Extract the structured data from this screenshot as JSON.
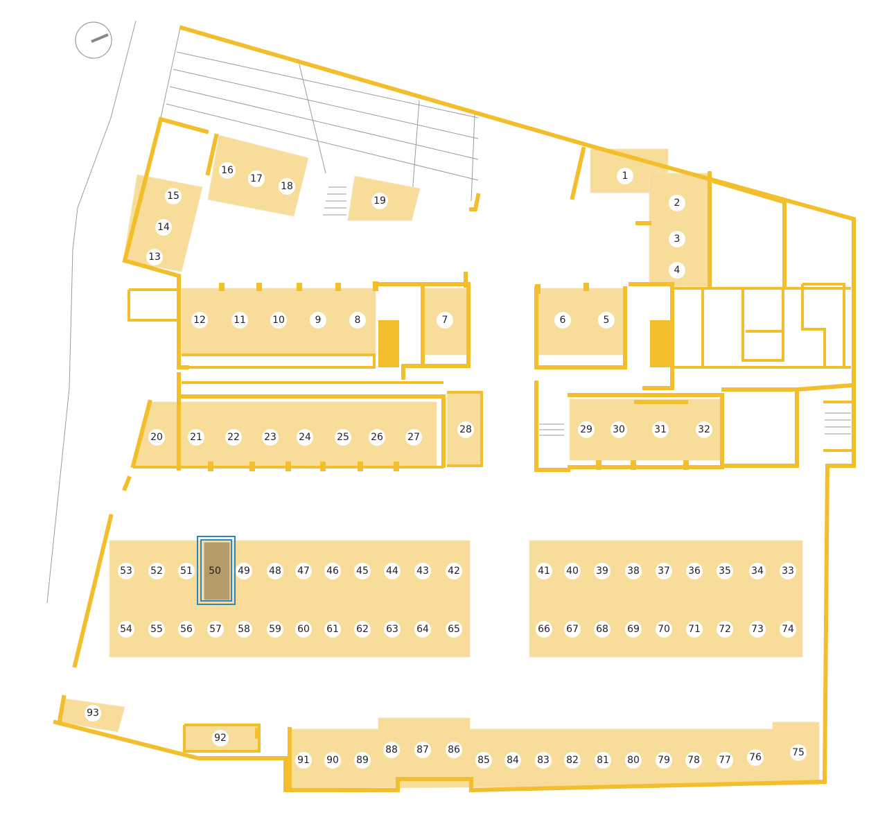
{
  "plan": {
    "selected_space": "50",
    "colors": {
      "wall": "#f2be2c",
      "space_fill": "#f8dc99",
      "selected_fill": "#b49b6a",
      "selected_outline": "#2b86c5"
    },
    "icons": [
      "compass-icon",
      "staircase-icon"
    ],
    "spaces": [
      "1",
      "2",
      "3",
      "4",
      "5",
      "6",
      "7",
      "8",
      "9",
      "10",
      "11",
      "12",
      "13",
      "14",
      "15",
      "16",
      "17",
      "18",
      "19",
      "20",
      "21",
      "22",
      "23",
      "24",
      "25",
      "26",
      "27",
      "28",
      "29",
      "30",
      "31",
      "32",
      "33",
      "34",
      "35",
      "36",
      "37",
      "38",
      "39",
      "40",
      "41",
      "42",
      "43",
      "44",
      "45",
      "46",
      "47",
      "48",
      "49",
      "50",
      "51",
      "52",
      "53",
      "54",
      "55",
      "56",
      "57",
      "58",
      "59",
      "60",
      "61",
      "62",
      "63",
      "64",
      "65",
      "66",
      "67",
      "68",
      "69",
      "70",
      "71",
      "72",
      "73",
      "74",
      "75",
      "76",
      "77",
      "78",
      "79",
      "80",
      "81",
      "82",
      "83",
      "84",
      "85",
      "86",
      "87",
      "88",
      "89",
      "90",
      "91",
      "92",
      "93"
    ]
  }
}
